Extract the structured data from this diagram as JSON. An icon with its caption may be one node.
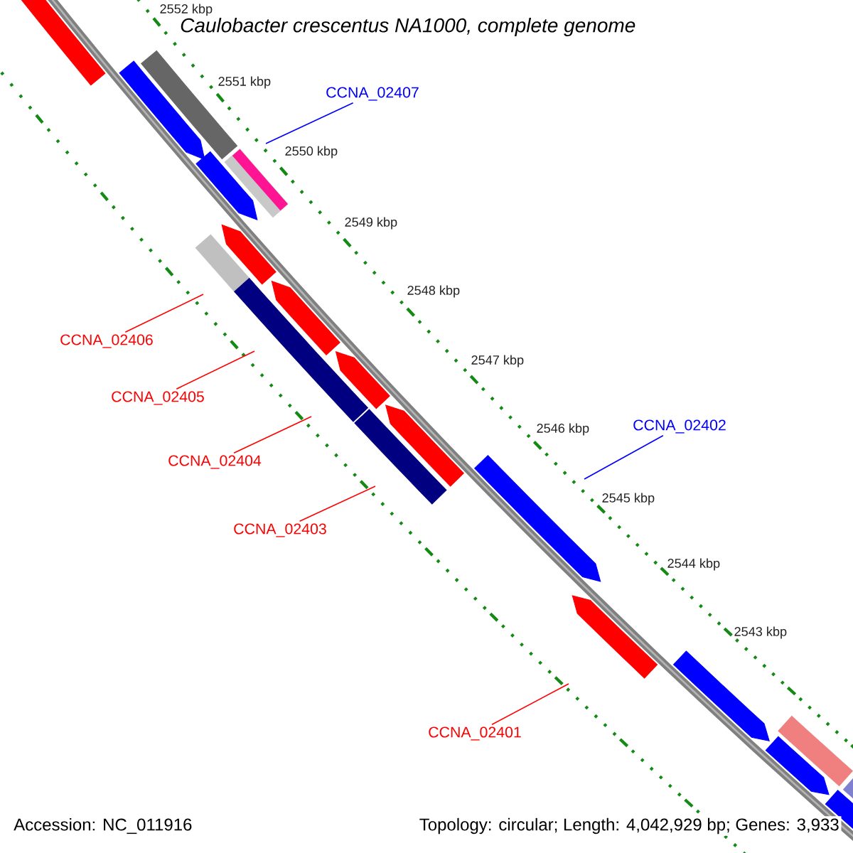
{
  "diagram": {
    "title": "Caulobacter crescentus NA1000, complete genome",
    "nodes": [
      {
        "text": [
          "CCNA_02407"
        ]
      },
      {
        "text": [
          "CCNA_02406"
        ]
      },
      {
        "text": [
          "CCNA_02405"
        ]
      },
      {
        "text": [
          "CCNA_02402"
        ]
      },
      {
        "text": [
          "CCNA_02404"
        ]
      },
      {
        "text": [
          "CCNA_02403"
        ]
      },
      {
        "text": [
          "CCNA_02401"
        ]
      }
    ],
    "edges": [
      {
        "from": 0,
        "to": null,
        "arrow": "none",
        "color": "#0000ff"
      },
      {
        "from": 1,
        "to": null,
        "arrow": "none"
      },
      {
        "from": 2,
        "to": null,
        "arrow": "none"
      },
      {
        "from": 3,
        "to": null,
        "arrow": "none",
        "color": "#0000ff"
      },
      {
        "from": 4,
        "to": null,
        "arrow": "none"
      },
      {
        "from": 5,
        "to": null,
        "arrow": "none"
      },
      {
        "from": 6,
        "to": null,
        "arrow": "none"
      }
    ],
    "labels": [
      "2552 kbp",
      "2551 kbp",
      "2550 kbp",
      "2549 kbp",
      "2548 kbp",
      "2547 kbp",
      "2546 kbp",
      "2545 kbp",
      "2544 kbp",
      "2543 kbp",
      "Accession: NC_011916",
      "Topology: circular; Length: 4,042,929 bp; Genes: 3,933"
    ]
  }
}
